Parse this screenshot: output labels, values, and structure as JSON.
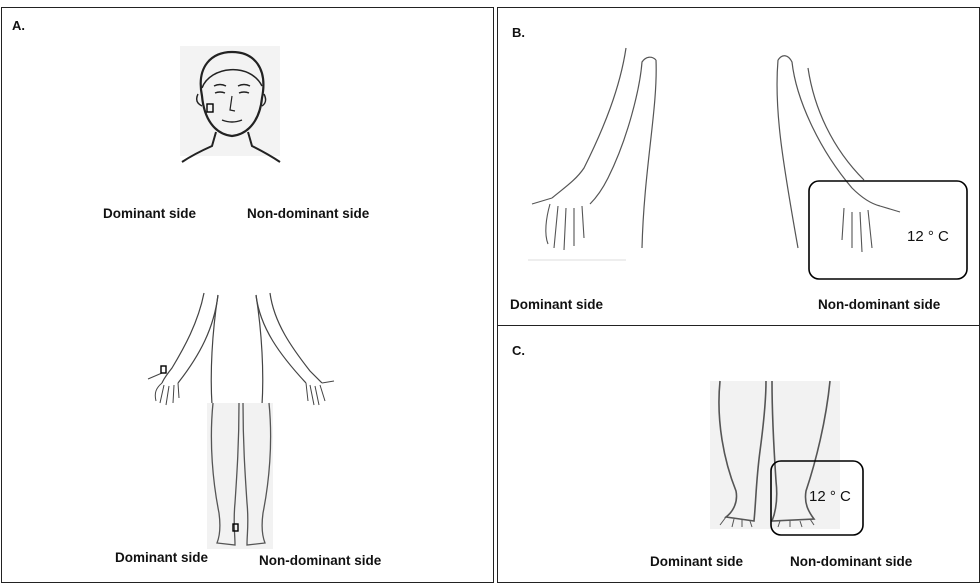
{
  "panel_a": {
    "label": "A.",
    "face_dominant": "Dominant side",
    "face_non_dominant": "Non-dominant side",
    "body_dominant": "Dominant side",
    "body_non_dominant": "Non-dominant side"
  },
  "panel_b": {
    "label": "B.",
    "dominant": "Dominant side",
    "non_dominant": "Non-dominant side",
    "temperature": "12 ° C"
  },
  "panel_c": {
    "label": "C.",
    "dominant": "Dominant side",
    "non_dominant": "Non-dominant side",
    "temperature": "12 ° C"
  }
}
